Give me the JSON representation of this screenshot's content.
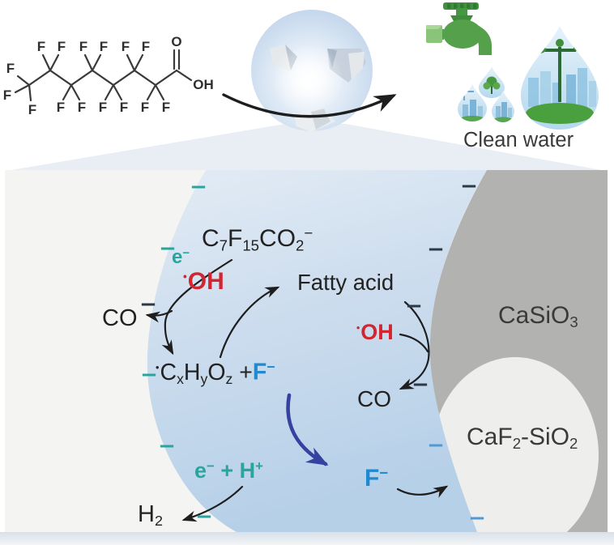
{
  "fig": {
    "top": {
      "molecule": {
        "f": "F",
        "o": "O",
        "oh": "OH"
      },
      "clean_water": "Clean water"
    },
    "panel": {
      "charge": "−",
      "formulas": {
        "pfoa": [
          {
            "t": "C"
          },
          {
            "t": "7",
            "s": "sub"
          },
          {
            "t": "F"
          },
          {
            "t": "15",
            "s": "sub"
          },
          {
            "t": "CO"
          },
          {
            "t": "2",
            "s": "sub"
          },
          {
            "t": "−",
            "s": "sup"
          }
        ],
        "e_minus": [
          {
            "t": "e"
          },
          {
            "t": "−",
            "s": "sup"
          }
        ],
        "oh_left": [
          {
            "t": "•",
            "s": "dot"
          },
          {
            "t": "OH"
          }
        ],
        "co_left": [
          {
            "t": "CO"
          }
        ],
        "fatty_acid": [
          {
            "t": "Fatty acid"
          }
        ],
        "oh_right": [
          {
            "t": "•",
            "s": "dot"
          },
          {
            "t": "OH"
          }
        ],
        "co_right": [
          {
            "t": "CO"
          }
        ],
        "cxhyoz": [
          {
            "t": "•",
            "s": "dot"
          },
          {
            "t": "C"
          },
          {
            "t": "x",
            "s": "sub"
          },
          {
            "t": "H"
          },
          {
            "t": "y",
            "s": "sub"
          },
          {
            "t": "O"
          },
          {
            "t": "z",
            "s": "sub"
          },
          {
            "t": " + "
          }
        ],
        "f_small": [
          {
            "t": "F"
          },
          {
            "t": "−",
            "s": "sup"
          }
        ],
        "f_big": [
          {
            "t": "F"
          },
          {
            "t": "−",
            "s": "sup"
          }
        ],
        "e_h": [
          {
            "t": "e"
          },
          {
            "t": "−",
            "s": "sup"
          },
          {
            "t": " + H"
          },
          {
            "t": "+",
            "s": "sup"
          }
        ],
        "h2": [
          {
            "t": "H"
          },
          {
            "t": "2",
            "s": "sub"
          }
        ],
        "casio3": [
          {
            "t": "CaSiO"
          },
          {
            "t": "3",
            "s": "sub"
          }
        ],
        "caf2sio2": [
          {
            "t": "CaF"
          },
          {
            "t": "2",
            "s": "sub"
          },
          {
            "t": "-SiO"
          },
          {
            "t": "2",
            "s": "sub"
          }
        ]
      },
      "colors": {
        "teal": "#2aa59e",
        "red": "#d3242f",
        "blue": "#1f8ad0",
        "navy_arrow": "#3642a0",
        "droplet_blue": "#c7daec",
        "casio3_gray": "#b2b3b1",
        "caf2_white": "#eeeeec"
      }
    }
  }
}
